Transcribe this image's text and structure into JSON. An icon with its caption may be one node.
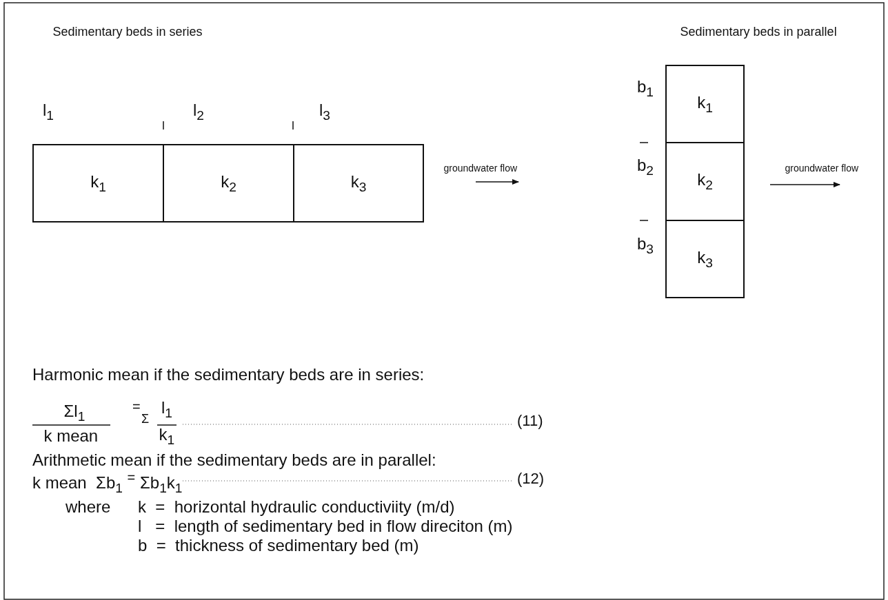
{
  "diagram": {
    "nodes": [
      {
        "text": [
          "k$_{1}$"
        ]
      },
      {
        "text": [
          "k$_{2}$"
        ]
      },
      {
        "text": [
          "k$_{3}$"
        ]
      },
      {
        "text": [
          "k$_{1}$"
        ]
      },
      {
        "text": [
          "k$_{2}$"
        ]
      },
      {
        "text": [
          "k$_{3}$"
        ]
      }
    ],
    "labels": [
      "Sedimentary beds in series",
      "Sedimentary beds in parallel",
      "l$_{1}$",
      "l$_{2}$",
      "l$_{3}$",
      "b$_{1}$",
      "groundwater flow",
      "b$_{2}$",
      "groundwater flow",
      "b$_{3}$",
      "Harmonic mean if the sedimentary beds are in series:",
      "Σl$_{1}$",
      "=",
      "Σ",
      "l$_{1}$",
      "(11)",
      "k mean",
      "k$_{1}$",
      "Arithmetic mean if the sedimentary beds are in parallel:",
      "k mean  Σb$_{1}$ $^{=}$ Σb$_{1}$k$_{1}$",
      "(12)",
      "where",
      "k  =  horizontal hydraulic conductiviity (m/d)",
      "l   =  length of sedimentary bed in flow direciton (m)",
      "b  =  thickness of sedimentary bed (m)"
    ]
  }
}
